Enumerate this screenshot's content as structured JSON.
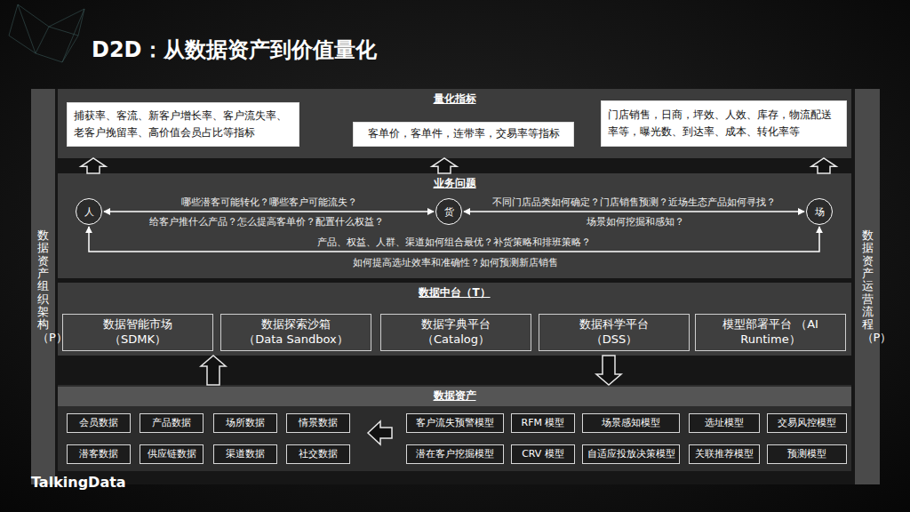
{
  "diagram": {
    "title": "D2D：从数据资产到价值量化",
    "nodes": [
      {
        "text": [
          "量化指标"
        ]
      },
      {
        "text": [
          "捕获率、客流、新客户增长率、客户流失率、老客户挽留率、高价值会员占比等指标"
        ],
        "in": 0
      },
      {
        "text": [
          "客单价，客单件，连带率，交易率等指标"
        ],
        "in": 0
      },
      {
        "text": [
          "门店销售，日商，坪效、人效、库存，物流配送率等，曝光数、到达率、成本、转化率等"
        ],
        "in": 0
      },
      {
        "text": [
          "业务问题"
        ]
      },
      {
        "text": [
          "人"
        ],
        "in": 4
      },
      {
        "text": [
          "货"
        ],
        "in": 4
      },
      {
        "text": [
          "场"
        ],
        "in": 4
      },
      {
        "text": [
          "数据中台（T）"
        ]
      },
      {
        "text": [
          "数据智能市场 （SDMK）"
        ],
        "in": 8
      },
      {
        "text": [
          "数据探索沙箱 （Data Sandbox）"
        ],
        "in": 8
      },
      {
        "text": [
          "数据字典平台 （Catalog）"
        ],
        "in": 8
      },
      {
        "text": [
          "数据科学平台 （DSS）"
        ],
        "in": 8
      },
      {
        "text": [
          "模型部署平台 （AI Runtime）"
        ],
        "in": 8
      },
      {
        "text": [
          "数据资产"
        ]
      },
      {
        "text": [
          "会员数据"
        ],
        "in": 14
      },
      {
        "text": [
          "产品数据"
        ],
        "in": 14
      },
      {
        "text": [
          "场所数据"
        ],
        "in": 14
      },
      {
        "text": [
          "情景数据"
        ],
        "in": 14
      },
      {
        "text": [
          "潜客数据"
        ],
        "in": 14
      },
      {
        "text": [
          "供应链数据"
        ],
        "in": 14
      },
      {
        "text": [
          "渠道数据"
        ],
        "in": 14
      },
      {
        "text": [
          "社交数据"
        ],
        "in": 14
      },
      {
        "text": [
          "客户流失预警模型"
        ],
        "in": 14
      },
      {
        "text": [
          "RFM 模型"
        ],
        "in": 14
      },
      {
        "text": [
          "场景感知模型"
        ],
        "in": 14
      },
      {
        "text": [
          "选址模型"
        ],
        "in": 14
      },
      {
        "text": [
          "交易风控模型"
        ],
        "in": 14
      },
      {
        "text": [
          "潜在客户挖掘模型"
        ],
        "in": 14
      },
      {
        "text": [
          "CRV 模型"
        ],
        "in": 14
      },
      {
        "text": [
          "自适应投放决策模型"
        ],
        "in": 14
      },
      {
        "text": [
          "关联推荐模型"
        ],
        "in": 14
      },
      {
        "text": [
          "预测模型"
        ],
        "in": 14
      },
      {
        "text": [
          "数据资产组织架构（P）"
        ]
      },
      {
        "text": [
          "数据资产运营流程（P）"
        ]
      }
    ],
    "edges": [
      {
        "from": 5,
        "to": 6,
        "arrow": "both",
        "label": "哪些潜客可能转化？哪些客户可能流失？"
      },
      {
        "from": 6,
        "to": 7,
        "arrow": "both",
        "label": "不同门店品类如何确定？门店销售预测？近场生态产品如何寻找？"
      },
      {
        "from": 5,
        "to": 7,
        "arrow": "both",
        "label": "产品、权益、人群、渠道如何组合最优？补货策略和排班策略？"
      },
      {
        "from": 4,
        "to": 0,
        "arrow": "to"
      },
      {
        "from": 4,
        "to": 0,
        "arrow": "to"
      },
      {
        "from": 4,
        "to": 0,
        "arrow": "to"
      },
      {
        "from": 14,
        "to": 8,
        "arrow": "to"
      },
      {
        "from": 8,
        "to": 14,
        "arrow": "to"
      }
    ],
    "labels": [
      "给客户推什么产品？怎么提高客单价？配置什么权益？",
      "场景如何挖掘和感知？",
      "如何提高选址效率和准确性？如何预测新店销售",
      "TalkingData"
    ]
  }
}
